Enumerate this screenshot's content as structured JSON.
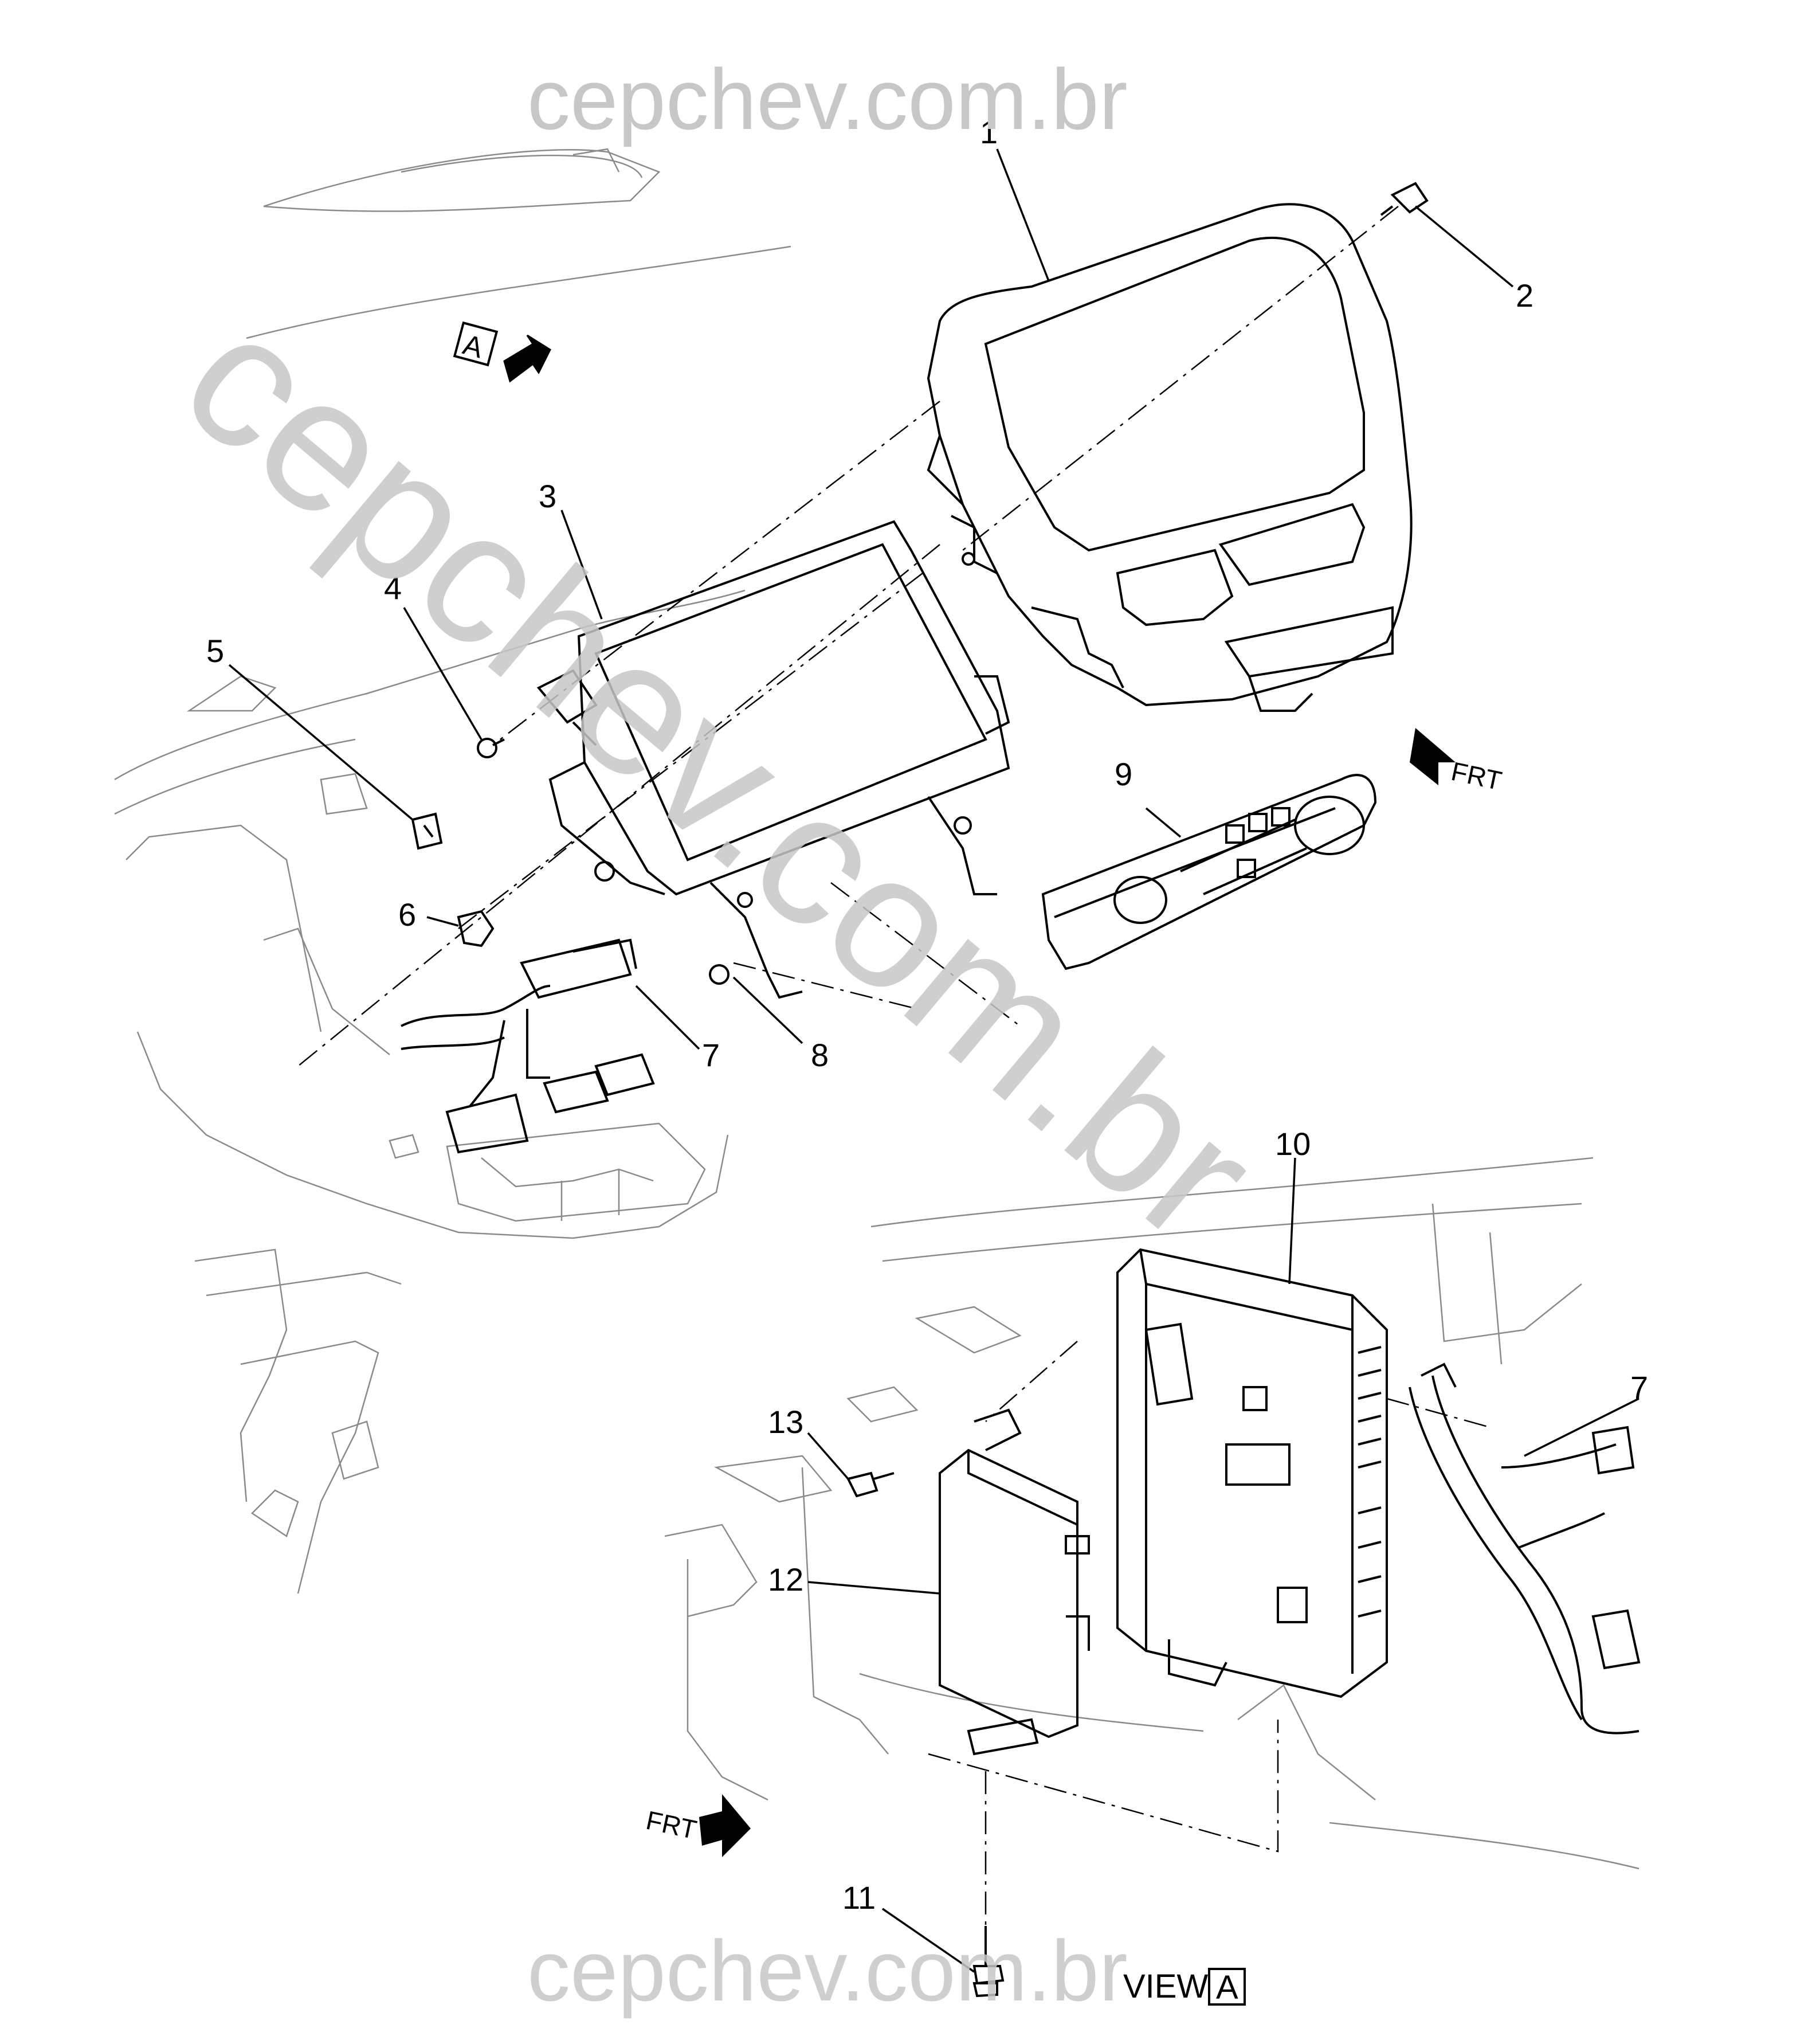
{
  "watermark": {
    "top": "cepchev.com.br",
    "bottom": "cepchev.com.br",
    "diagonal": "cepchev.com.br"
  },
  "callouts": [
    "1",
    "2",
    "3",
    "4",
    "5",
    "6",
    "7",
    "8",
    "9",
    "10",
    "7",
    "11",
    "12",
    "13"
  ],
  "view_label": {
    "text": "VIEW",
    "ref": "A"
  },
  "view_arrow_ref": "A",
  "direction_markers": [
    "FRT",
    "FRT"
  ],
  "colors": {
    "line": "#000000",
    "light_line": "#8a8a8a",
    "watermark": "#c7c7c7",
    "background": "#ffffff"
  }
}
